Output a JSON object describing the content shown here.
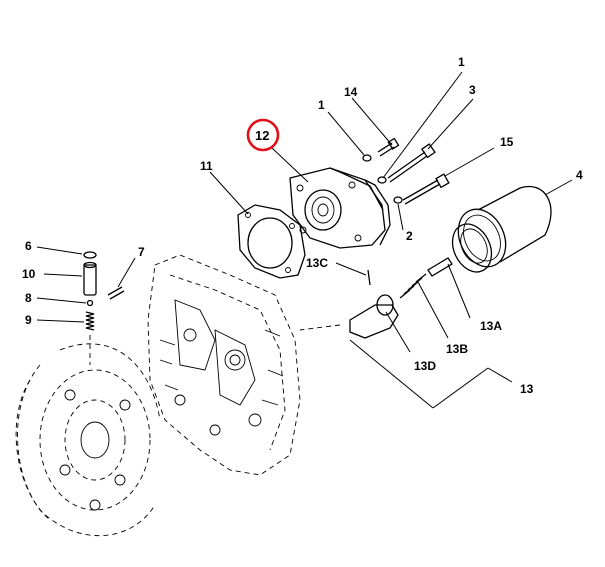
{
  "diagram": {
    "highlight_color": "#e0101a",
    "callouts": {
      "c1a": "1",
      "c1b": "1",
      "c2": "2",
      "c3": "3",
      "c4": "4",
      "c6": "6",
      "c7": "7",
      "c8": "8",
      "c9": "9",
      "c10": "10",
      "c11": "11",
      "c12": "12",
      "c13": "13",
      "c13a": "13A",
      "c13b": "13B",
      "c13c": "13C",
      "c13d": "13D",
      "c14": "14",
      "c15": "15"
    }
  }
}
